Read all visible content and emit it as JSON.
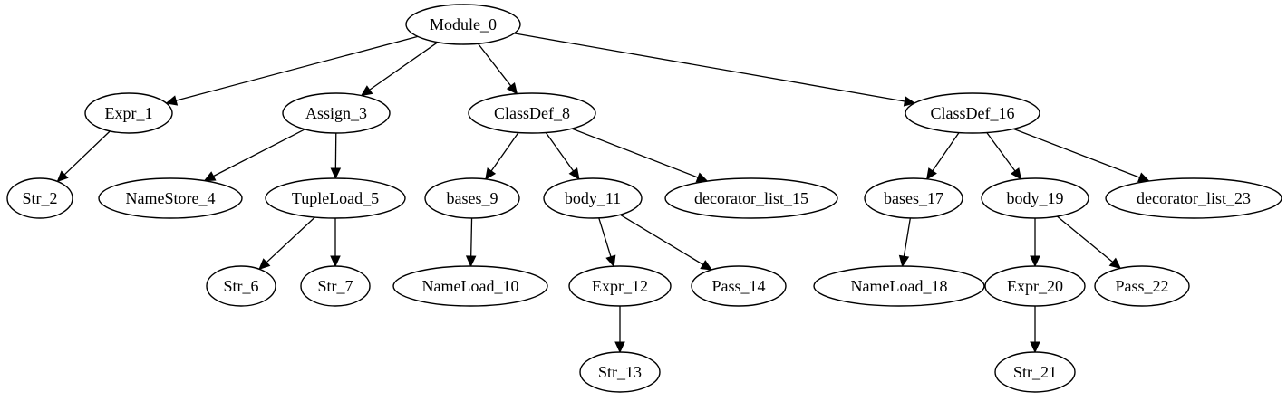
{
  "nodes": [
    {
      "id": "n0",
      "label": "Module_0"
    },
    {
      "id": "n1",
      "label": "Expr_1"
    },
    {
      "id": "n2",
      "label": "Str_2"
    },
    {
      "id": "n3",
      "label": "Assign_3"
    },
    {
      "id": "n4",
      "label": "NameStore_4"
    },
    {
      "id": "n5",
      "label": "TupleLoad_5"
    },
    {
      "id": "n6",
      "label": "Str_6"
    },
    {
      "id": "n7",
      "label": "Str_7"
    },
    {
      "id": "n8",
      "label": "ClassDef_8"
    },
    {
      "id": "n9",
      "label": "bases_9"
    },
    {
      "id": "n10",
      "label": "NameLoad_10"
    },
    {
      "id": "n11",
      "label": "body_11"
    },
    {
      "id": "n12",
      "label": "Expr_12"
    },
    {
      "id": "n13",
      "label": "Str_13"
    },
    {
      "id": "n14",
      "label": "Pass_14"
    },
    {
      "id": "n15",
      "label": "decorator_list_15"
    },
    {
      "id": "n16",
      "label": "ClassDef_16"
    },
    {
      "id": "n17",
      "label": "bases_17"
    },
    {
      "id": "n18",
      "label": "NameLoad_18"
    },
    {
      "id": "n19",
      "label": "body_19"
    },
    {
      "id": "n20",
      "label": "Expr_20"
    },
    {
      "id": "n21",
      "label": "Str_21"
    },
    {
      "id": "n22",
      "label": "Pass_22"
    },
    {
      "id": "n23",
      "label": "decorator_list_23"
    }
  ],
  "edges": [
    [
      "n0",
      "n1"
    ],
    [
      "n0",
      "n3"
    ],
    [
      "n0",
      "n8"
    ],
    [
      "n0",
      "n16"
    ],
    [
      "n1",
      "n2"
    ],
    [
      "n3",
      "n4"
    ],
    [
      "n3",
      "n5"
    ],
    [
      "n5",
      "n6"
    ],
    [
      "n5",
      "n7"
    ],
    [
      "n8",
      "n9"
    ],
    [
      "n8",
      "n11"
    ],
    [
      "n8",
      "n15"
    ],
    [
      "n9",
      "n10"
    ],
    [
      "n11",
      "n12"
    ],
    [
      "n11",
      "n14"
    ],
    [
      "n12",
      "n13"
    ],
    [
      "n16",
      "n17"
    ],
    [
      "n16",
      "n19"
    ],
    [
      "n16",
      "n23"
    ],
    [
      "n17",
      "n18"
    ],
    [
      "n19",
      "n20"
    ],
    [
      "n19",
      "n22"
    ],
    [
      "n20",
      "n21"
    ]
  ]
}
